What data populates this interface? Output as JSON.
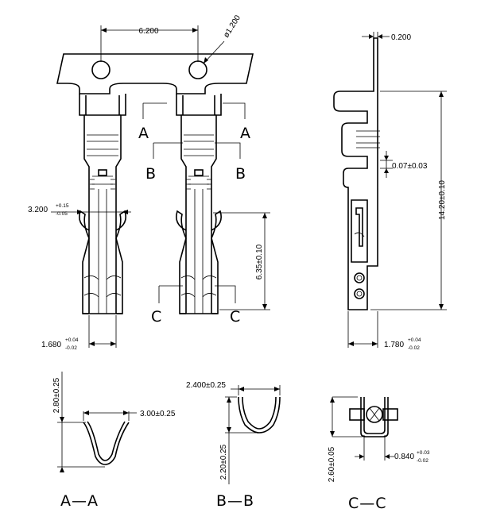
{
  "dimensions": {
    "pitch": "6.200",
    "hole": "ø1.200",
    "thickness": "0.200",
    "width_a": "3.200",
    "width_a_tol_up": "+0.15",
    "width_a_tol_dn": "-0.05",
    "length_c": "6.35±0.10",
    "width_bottom": "1.680",
    "width_bottom_tol_up": "+0.04",
    "width_bottom_tol_dn": "-0.02",
    "gap": "0.07±0.03",
    "total_length": "14.20±0.10",
    "side_width": "1.780",
    "side_width_tol_up": "+0.04",
    "side_width_tol_dn": "-0.02",
    "aa_height": "2.80±0.25",
    "aa_width": "3.00±0.25",
    "bb_width": "2.400±0.25",
    "bb_height": "2.20±0.25",
    "cc_height": "2.60±0.05",
    "cc_width": "0.840",
    "cc_width_tol_up": "+0.03",
    "cc_width_tol_dn": "-0.02"
  },
  "markers": {
    "a": "A",
    "b": "B",
    "c": "C"
  },
  "sections": {
    "aa": "A—A",
    "bb": "B—B",
    "cc": "C—C"
  }
}
